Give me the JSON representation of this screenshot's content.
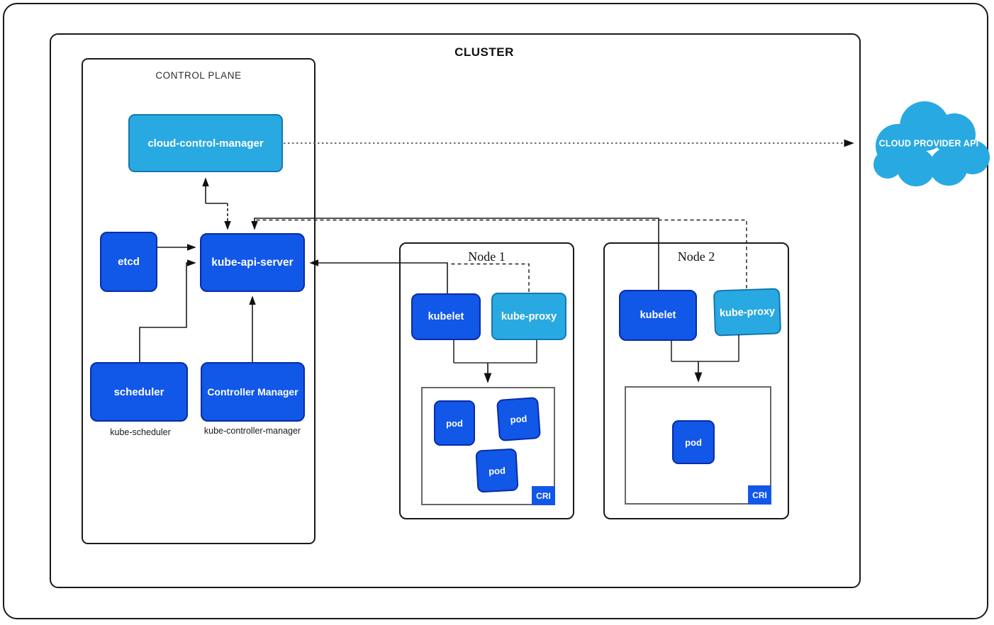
{
  "cluster": {
    "label": "CLUSTER"
  },
  "control_plane": {
    "title": "CONTROL PLANE",
    "cloud_control_manager": "cloud-control-manager",
    "etcd": "etcd",
    "kube_api_server": "kube-api-server",
    "scheduler": "scheduler",
    "controller_manager": "Controller Manager",
    "scheduler_caption": "kube-scheduler",
    "controller_caption": "kube-controller-manager"
  },
  "nodes": [
    {
      "title": "Node 1",
      "kubelet": "kubelet",
      "kube_proxy": "kube-proxy",
      "pods": [
        "pod",
        "pod",
        "pod"
      ],
      "cri_badge": "CRI"
    },
    {
      "title": "Node 2",
      "kubelet": "kubelet",
      "kube_proxy": "kube-proxy",
      "pods": [
        "pod"
      ],
      "cri_badge": "CRI"
    }
  ],
  "cloud_provider": {
    "label": "CLOUD PROVIDER API"
  },
  "colors": {
    "primary_blue": "#1157e8",
    "primary_blue_border": "#0a2ca8",
    "light_blue": "#29a9e1",
    "light_blue_border": "#1377b0",
    "outline": "#1a1a1a",
    "pods_box_border": "#666666",
    "dotted_connector": "#595959",
    "title_text": "#111111"
  }
}
